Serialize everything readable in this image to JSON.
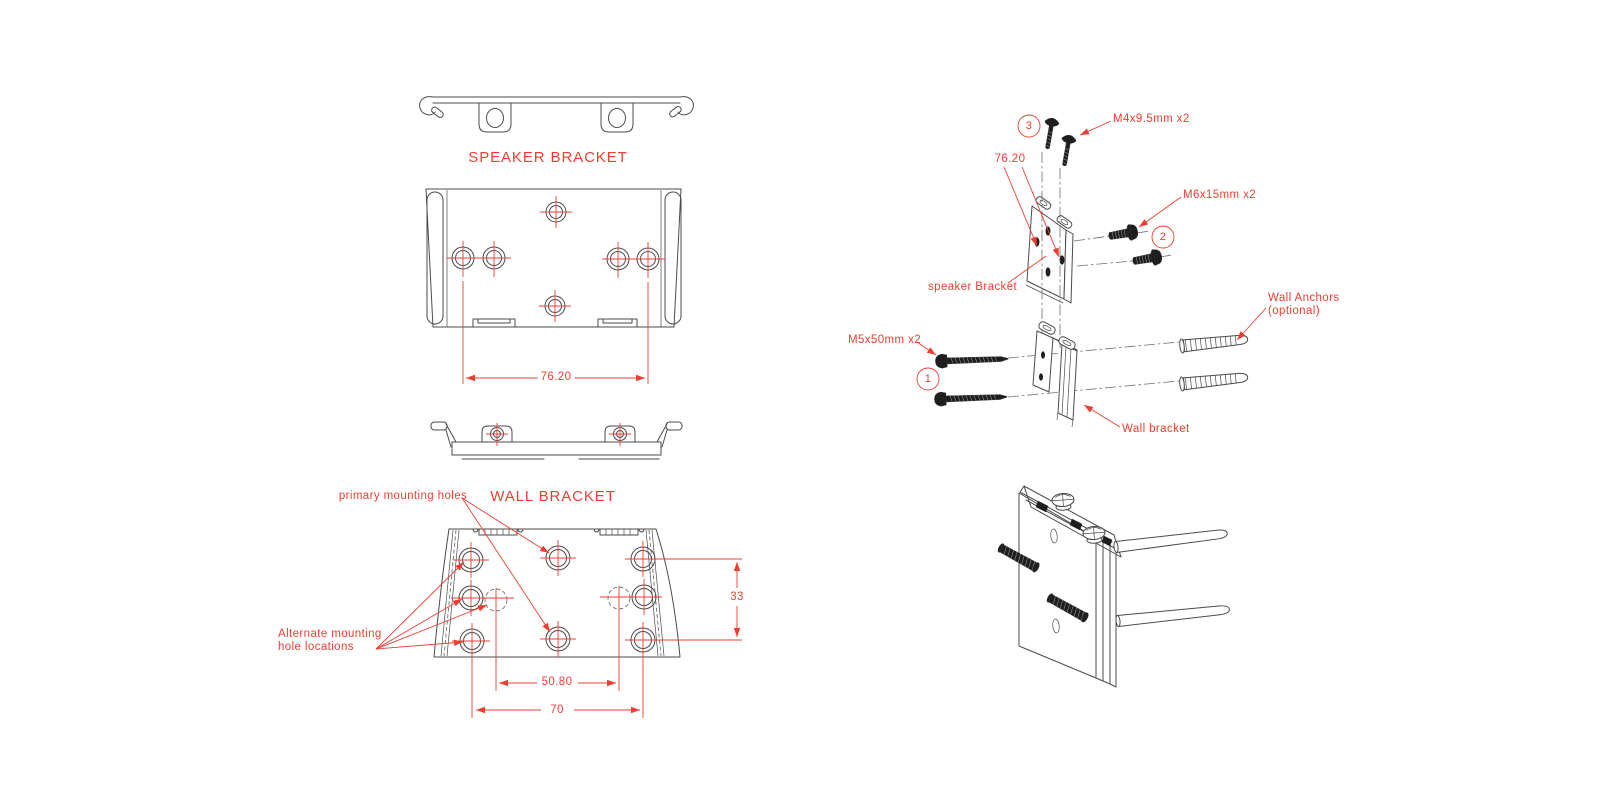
{
  "colors": {
    "accent_red": "#ee3e32",
    "line_gray": "#4b4b4b"
  },
  "left_panel": {
    "speaker_bracket": {
      "title": "SPEAKER BRACKET",
      "hole_spacing_dimension": "76.20"
    },
    "wall_bracket": {
      "title": "WALL BRACKET",
      "primary_holes_label": "primary mounting holes",
      "alternate_holes_label_line1": "Alternate mounting",
      "alternate_holes_label_line2": "hole locations",
      "vertical_dimension": "33",
      "inner_hole_spacing_dimension": "50.80",
      "outer_hole_spacing_dimension": "70"
    }
  },
  "exploded_view": {
    "steps": {
      "step1": "1",
      "step2": "2",
      "step3": "3"
    },
    "m4_screws_label": "M4x9.5mm x2",
    "hole_spacing_dimension": "76.20",
    "m6_bolts_label": "M6x15mm x2",
    "speaker_bracket_label": "speaker Bracket",
    "m5_screws_label": "M5x50mm x2",
    "wall_anchors_label_line1": "Wall Anchors",
    "wall_anchors_label_line2": "(optional)",
    "wall_bracket_label": "Wall bracket"
  }
}
